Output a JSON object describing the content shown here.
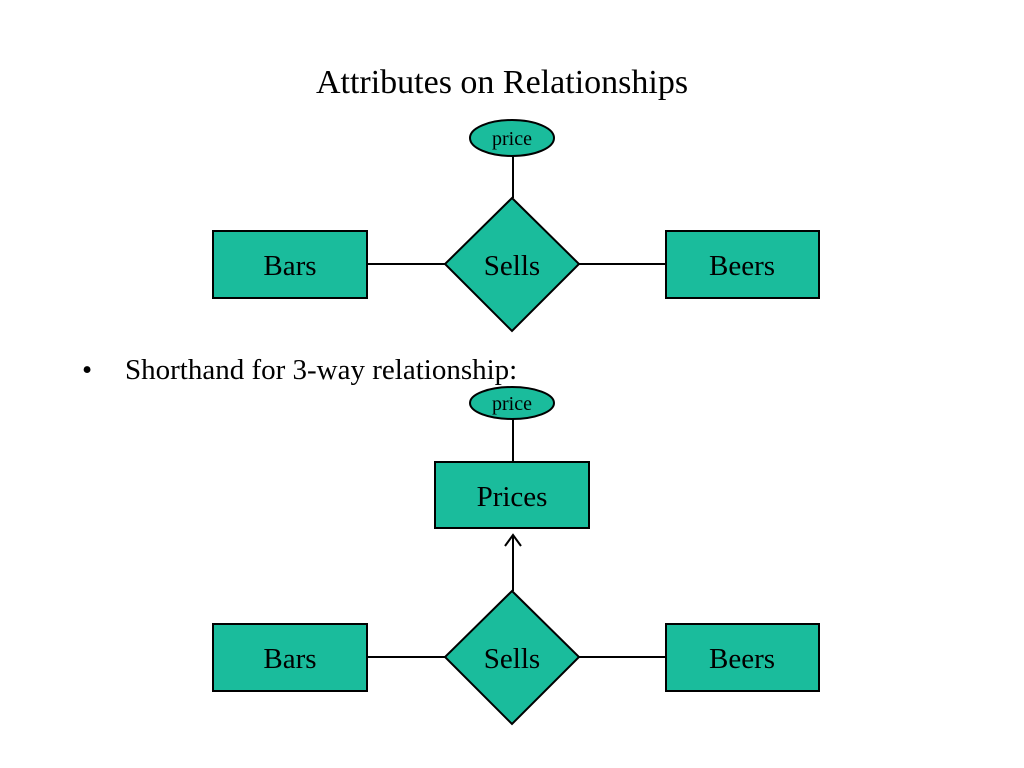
{
  "slide": {
    "title": "Attributes on Relationships",
    "bullet_symbol": "•",
    "bullet_text": "Shorthand for 3-way relationship:"
  },
  "diagram_top": {
    "left_entity": "Bars",
    "relationship": "Sells",
    "right_entity": "Beers",
    "attribute": "price"
  },
  "diagram_bottom": {
    "left_entity": "Bars",
    "relationship": "Sells",
    "right_entity": "Beers",
    "middle_entity": "Prices",
    "attribute": "price"
  },
  "colors": {
    "shape_fill": "#1abc9c",
    "stroke": "#000000"
  }
}
